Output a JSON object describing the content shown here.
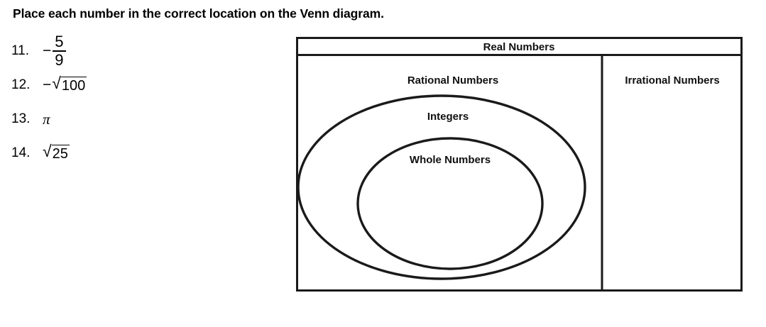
{
  "worksheet": {
    "title": "Place each number in the correct location on the Venn diagram."
  },
  "problems": [
    {
      "number": "11.",
      "type": "fraction",
      "sign": "−",
      "numerator": "5",
      "denominator": "9",
      "plain": "-5/9"
    },
    {
      "number": "12.",
      "type": "radical",
      "sign": "−",
      "radical_sign": "√",
      "radicand": "100",
      "plain": "-√100"
    },
    {
      "number": "13.",
      "type": "symbol",
      "symbol": "π",
      "plain": "π"
    },
    {
      "number": "14.",
      "type": "radical",
      "sign": "",
      "radical_sign": "√",
      "radicand": "25",
      "plain": "√25"
    }
  ],
  "venn": {
    "outer_box_label": "Real Numbers",
    "left_region_label": "Rational Numbers",
    "right_region_label": "Irrational Numbers",
    "middle_ellipse_label": "Integers",
    "inner_ellipse_label": "Whole Numbers",
    "stroke_color": "#1a1a1a",
    "fill_color": "#ffffff",
    "background_color": "#ffffff"
  }
}
